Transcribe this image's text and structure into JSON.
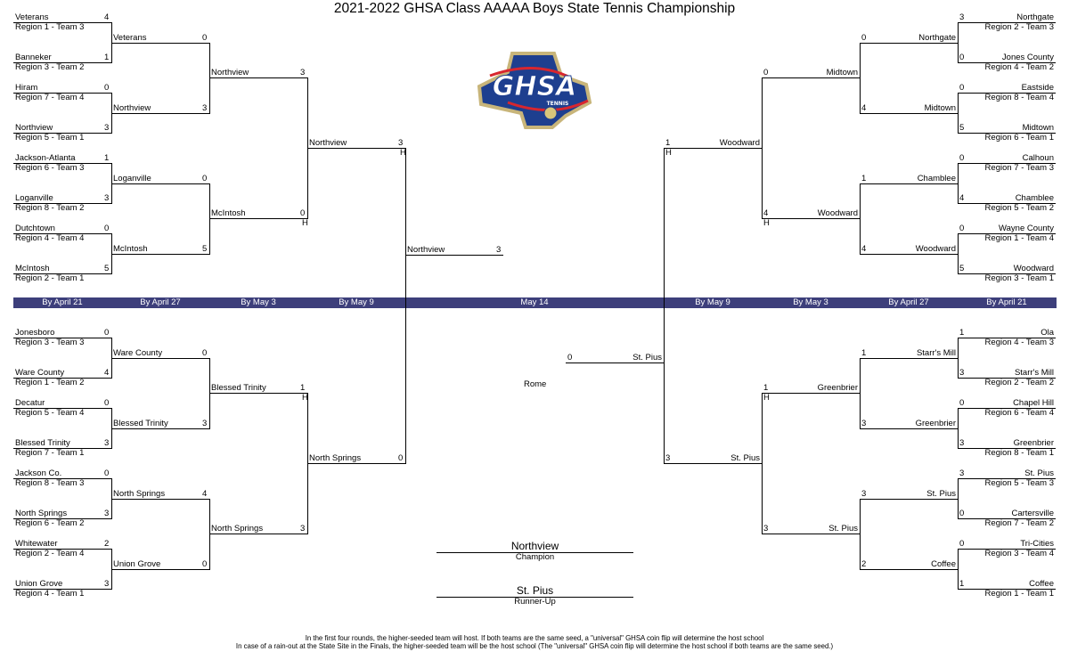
{
  "title": "2021-2022 GHSA Class AAAAA Boys State Tennis Championship",
  "logo": {
    "text": "GHSA",
    "subtext": "TENNIS",
    "colors": {
      "blue": "#1e3f8f",
      "gold": "#c8b57a",
      "red": "#d8262e"
    }
  },
  "banner": {
    "color": "#3d3f7b",
    "labels": [
      "By April 21",
      "By April 27",
      "By May 3",
      "By May 9",
      "May 14",
      "By May 9",
      "By May 3",
      "By April 27",
      "By April 21"
    ]
  },
  "quadrants": {
    "left_top": {
      "r1": [
        {
          "name": "Veterans",
          "region": "Region 1 - Team 3",
          "score": "4"
        },
        {
          "name": "Banneker",
          "region": "Region 3 - Team 2",
          "score": "1"
        },
        {
          "name": "Hiram",
          "region": "Region 7 - Team 4",
          "score": "0"
        },
        {
          "name": "Northview",
          "region": "Region 5 - Team 1",
          "score": "3"
        },
        {
          "name": "Jackson-Atlanta",
          "region": "Region 6 - Team 3",
          "score": "1"
        },
        {
          "name": "Loganville",
          "region": "Region 8 - Team 2",
          "score": "3"
        },
        {
          "name": "Dutchtown",
          "region": "Region 4 - Team 4",
          "score": "0"
        },
        {
          "name": "McIntosh",
          "region": "Region 2 - Team 1",
          "score": "5"
        }
      ],
      "r2": [
        {
          "name": "Veterans",
          "score": "0"
        },
        {
          "name": "Northview",
          "score": "3"
        },
        {
          "name": "Loganville",
          "score": "0"
        },
        {
          "name": "McIntosh",
          "score": "5"
        }
      ],
      "r3": [
        {
          "name": "Northview",
          "score": "3"
        },
        {
          "name": "McIntosh",
          "score": "0",
          "host": "H"
        }
      ],
      "r4": [
        {
          "name": "Northview",
          "score": "3",
          "host": "H"
        }
      ]
    },
    "left_bottom": {
      "r1": [
        {
          "name": "Jonesboro",
          "region": "Region 3 - Team 3",
          "score": "0"
        },
        {
          "name": "Ware County",
          "region": "Region 1 - Team 2",
          "score": "4"
        },
        {
          "name": "Decatur",
          "region": "Region 5 - Team 4",
          "score": "0"
        },
        {
          "name": "Blessed Trinity",
          "region": "Region 7 - Team 1",
          "score": "3"
        },
        {
          "name": "Jackson Co.",
          "region": "Region 8 - Team 3",
          "score": "0"
        },
        {
          "name": "North Springs",
          "region": "Region 6 - Team 2",
          "score": "3"
        },
        {
          "name": "Whitewater",
          "region": "Region 2 - Team 4",
          "score": "2"
        },
        {
          "name": "Union Grove",
          "region": "Region 4 - Team 1",
          "score": "3"
        }
      ],
      "r2": [
        {
          "name": "Ware County",
          "score": "0"
        },
        {
          "name": "Blessed Trinity",
          "score": "3"
        },
        {
          "name": "North Springs",
          "score": "4"
        },
        {
          "name": "Union Grove",
          "score": "0"
        }
      ],
      "r3": [
        {
          "name": "Blessed Trinity",
          "score": "1",
          "host": "H"
        },
        {
          "name": "North Springs",
          "score": "3"
        }
      ],
      "r4": [
        {
          "name": "North Springs",
          "score": "0"
        }
      ]
    },
    "right_top": {
      "r1": [
        {
          "name": "Northgate",
          "region": "Region 2 - Team 3",
          "score": "3"
        },
        {
          "name": "Jones County",
          "region": "Region 4 - Team 2",
          "score": "0"
        },
        {
          "name": "Eastside",
          "region": "Region  8 - Team 4",
          "score": "0"
        },
        {
          "name": "Midtown",
          "region": "Region 6 - Team 1",
          "score": "5"
        },
        {
          "name": "Calhoun",
          "region": "Region 7 - Team 3",
          "score": "0"
        },
        {
          "name": "Chamblee",
          "region": "Region 5 - Team 2",
          "score": "4"
        },
        {
          "name": "Wayne County",
          "region": "Region 1 - Team 4",
          "score": "0"
        },
        {
          "name": "Woodward",
          "region": "Region 3 - Team 1",
          "score": "5"
        }
      ],
      "r2": [
        {
          "name": "Northgate",
          "score": "0"
        },
        {
          "name": "Midtown",
          "score": "4"
        },
        {
          "name": "Chamblee",
          "score": "1"
        },
        {
          "name": "Woodward",
          "score": "4"
        }
      ],
      "r3": [
        {
          "name": "Midtown",
          "score": "0"
        },
        {
          "name": "Woodward",
          "score": "4",
          "host": "H"
        }
      ],
      "r4": [
        {
          "name": "Woodward",
          "score": "1",
          "host": "H"
        }
      ]
    },
    "right_bottom": {
      "r1": [
        {
          "name": "Ola",
          "region": "Region 4 - Team 3",
          "score": "1"
        },
        {
          "name": "Starr's Mill",
          "region": "Region 2 - Team 2",
          "score": "3"
        },
        {
          "name": "Chapel Hill",
          "region": "Region 6 - Team 4",
          "score": "0"
        },
        {
          "name": "Greenbrier",
          "region": "Region 8 - Team 1",
          "score": "3"
        },
        {
          "name": "St. Pius",
          "region": "Region 5 - Team 3",
          "score": "3"
        },
        {
          "name": "Cartersville",
          "region": "Region 7 - Team 2",
          "score": "0"
        },
        {
          "name": "Tri-Cities",
          "region": "Region 3 - Team 4",
          "score": "0"
        },
        {
          "name": "Coffee",
          "region": "Region 1 - Team 1",
          "score": "1"
        }
      ],
      "r2": [
        {
          "name": "Starr's Mill",
          "score": "1"
        },
        {
          "name": "Greenbrier",
          "score": "3"
        },
        {
          "name": "St. Pius",
          "score": "3"
        },
        {
          "name": "Coffee",
          "score": "2"
        }
      ],
      "r3": [
        {
          "name": "Greenbrier",
          "score": "1",
          "host": "H"
        },
        {
          "name": "St. Pius",
          "score": "3"
        }
      ],
      "r4": [
        {
          "name": "St. Pius",
          "score": "3"
        }
      ]
    }
  },
  "finals": {
    "left": {
      "name": "Northview",
      "score": "3"
    },
    "right": {
      "name": "St. Pius",
      "score": "0"
    },
    "site": "Rome"
  },
  "results": {
    "champion": {
      "name": "Northview",
      "label": "Champion"
    },
    "runner_up": {
      "name": "St. Pius",
      "label": "Runner-Up"
    }
  },
  "notes": [
    "In the first four rounds, the higher-seeded team will host.  If both teams are the same seed, a \"universal\" GHSA coin flip will determine the host school",
    "In case of a rain-out at the State Site in the Finals, the higher-seeded team will be the host school (The \"universal\" GHSA coin flip will determine the host school if both teams are the same seed.)"
  ]
}
